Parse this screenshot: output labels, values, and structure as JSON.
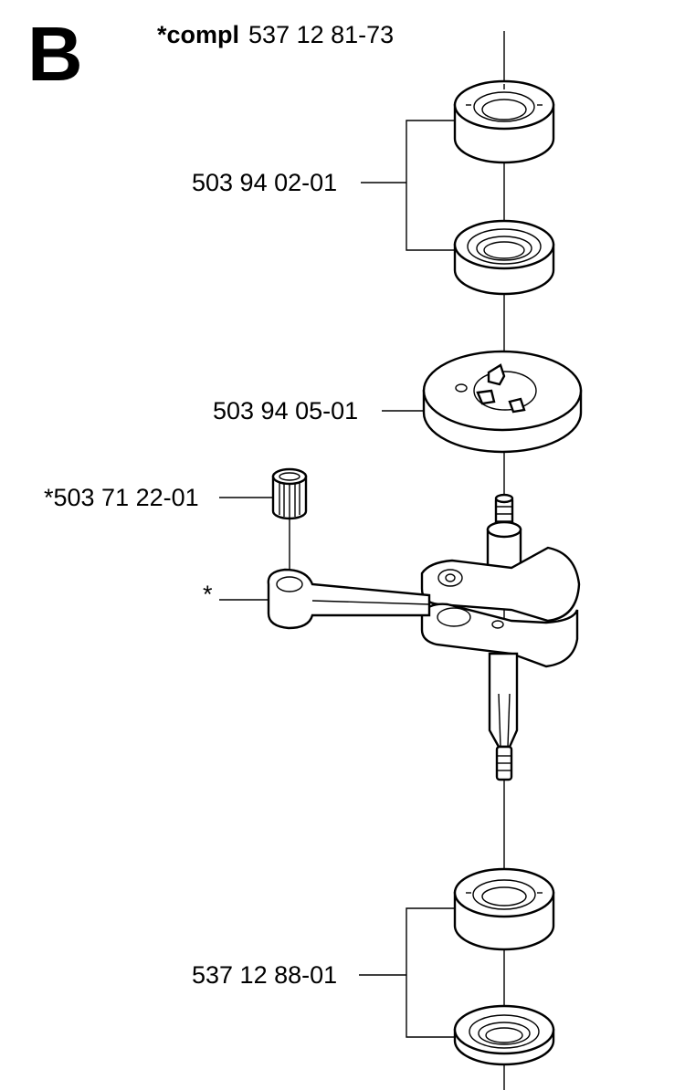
{
  "section_letter": "B",
  "header": {
    "compl_prefix": "*compl",
    "compl_number": "537 12 81-73"
  },
  "labels": {
    "upper_bearings": "503 94 02-01",
    "thrust_washer": "503 94 05-01",
    "needle_bearing": "*503 71 22-01",
    "connecting_rod": "*",
    "lower_bearings": "537 12 88-01"
  }
}
